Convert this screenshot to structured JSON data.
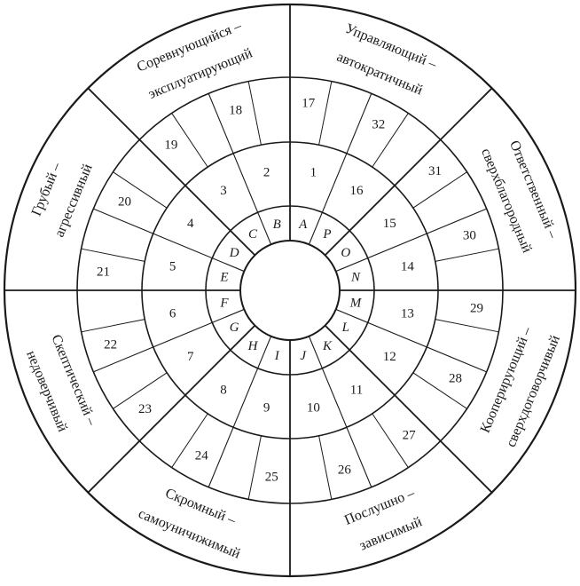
{
  "diagram": {
    "letters": [
      "A",
      "P",
      "O",
      "N",
      "M",
      "L",
      "K",
      "J",
      "I",
      "H",
      "G",
      "F",
      "E",
      "D",
      "C",
      "B"
    ],
    "ring2_numbers": [
      "1",
      "16",
      "15",
      "14",
      "13",
      "12",
      "11",
      "10",
      "9",
      "8",
      "7",
      "6",
      "5",
      "4",
      "3",
      "2"
    ],
    "ring3_numbers": [
      "17",
      "32",
      "31",
      "30",
      "29",
      "28",
      "27",
      "26",
      "25",
      "24",
      "23",
      "22",
      "21",
      "20",
      "19",
      "18"
    ],
    "octants": [
      {
        "line1": "Управляющий –",
        "line2": "автократичный"
      },
      {
        "line1": "Ответственный –",
        "line2": "сверхблагородный"
      },
      {
        "line1": "Кооперирующий –",
        "line2": "сверхдоговорчивый"
      },
      {
        "line1": "Послушно –",
        "line2": "зависимый"
      },
      {
        "line1": "Скромный –",
        "line2": "самоуничижимый"
      },
      {
        "line1": "Скептический –",
        "line2": "недоверчивый"
      },
      {
        "line1": "Грубый –",
        "line2": "агрессивный"
      },
      {
        "line1": "Соревнующийся –",
        "line2": "эксплуатирующий"
      }
    ]
  }
}
